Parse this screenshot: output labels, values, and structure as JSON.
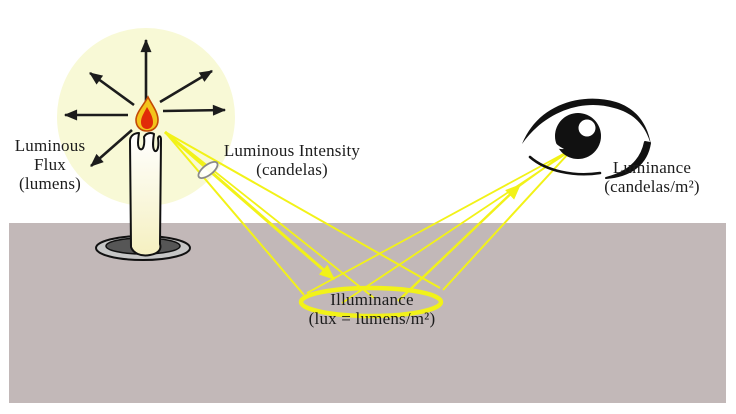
{
  "title": "Photometry quantities diagram",
  "colors": {
    "halo": "#f8f9d6",
    "ground": "#c2b8b8",
    "ray": "#f2f218",
    "flame-outer": "#f3c41b",
    "flame-edge": "#c34a06",
    "flame-inner": "#e12a08",
    "candle-top": "#ffffff",
    "candle-bottom": "#f5f0c0",
    "dish-outer": "#c6c6c6",
    "dish-inner": "#565656",
    "ink": "#1c1c1c",
    "solid-angle-stroke": "#8a8a8a"
  },
  "labels": {
    "luminous_flux": {
      "lines": [
        "Luminous",
        "Flux",
        "(lumens)"
      ]
    },
    "luminous_intensity": {
      "lines": [
        "Luminous Intensity",
        "(candelas)"
      ]
    },
    "illuminance": {
      "lines": [
        "Illuminance",
        "(lux = lumens/m²)"
      ]
    },
    "luminance": {
      "lines": [
        "Luminance",
        "(candelas/m²)"
      ]
    }
  }
}
